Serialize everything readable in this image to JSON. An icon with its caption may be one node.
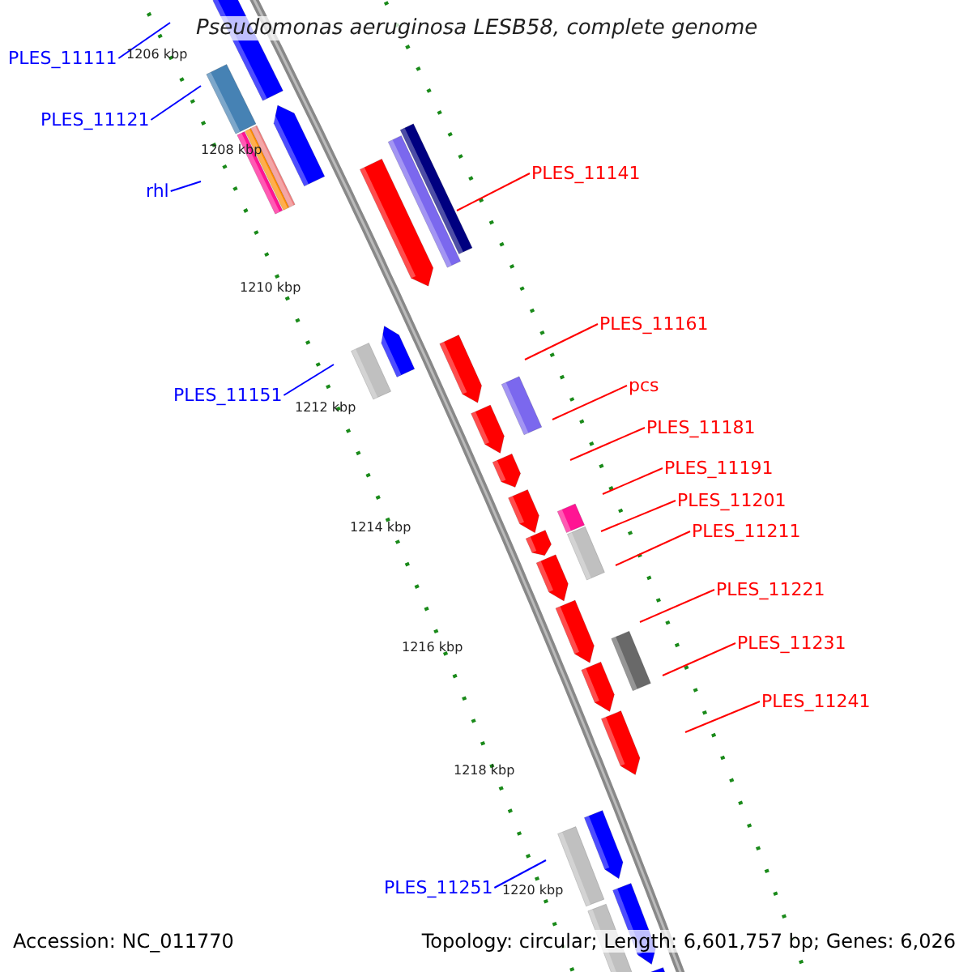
{
  "diagram": {
    "title": "Pseudomonas aeruginosa LESB58, complete genome",
    "nodes": [
      {
        "text": [
          "PLES_11111"
        ]
      },
      {
        "text": [
          "PLES_11121"
        ]
      },
      {
        "text": [
          "rhl"
        ]
      },
      {
        "text": [
          "PLES_11141"
        ]
      },
      {
        "text": [
          "PLES_11151"
        ]
      },
      {
        "text": [
          "PLES_11161"
        ]
      },
      {
        "text": [
          "pcs"
        ]
      },
      {
        "text": [
          "PLES_11181"
        ]
      },
      {
        "text": [
          "PLES_11191"
        ]
      },
      {
        "text": [
          "PLES_11201"
        ]
      },
      {
        "text": [
          "PLES_11211"
        ]
      },
      {
        "text": [
          "PLES_11221"
        ]
      },
      {
        "text": [
          "PLES_11231"
        ]
      },
      {
        "text": [
          "PLES_11241"
        ]
      },
      {
        "text": [
          "PLES_11251"
        ]
      }
    ],
    "edges": [
      {
        "from": 0,
        "to": null,
        "arrow": "none",
        "color": "#0000ff"
      },
      {
        "from": 1,
        "to": null,
        "arrow": "none",
        "color": "#0000ff"
      },
      {
        "from": 2,
        "to": null,
        "arrow": "none",
        "color": "#0000ff"
      },
      {
        "from": 3,
        "to": null,
        "arrow": "none"
      },
      {
        "from": 4,
        "to": null,
        "arrow": "none",
        "color": "#0000ff"
      },
      {
        "from": 5,
        "to": null,
        "arrow": "none"
      },
      {
        "from": 6,
        "to": null,
        "arrow": "none"
      },
      {
        "from": 7,
        "to": null,
        "arrow": "none"
      },
      {
        "from": 8,
        "to": null,
        "arrow": "none"
      },
      {
        "from": 9,
        "to": null,
        "arrow": "none"
      },
      {
        "from": 10,
        "to": null,
        "arrow": "none"
      },
      {
        "from": 11,
        "to": null,
        "arrow": "none"
      },
      {
        "from": 12,
        "to": null,
        "arrow": "none"
      },
      {
        "from": 13,
        "to": null,
        "arrow": "none"
      },
      {
        "from": 14,
        "to": null,
        "arrow": "none",
        "color": "#0000ff"
      }
    ],
    "labels": [
      "1206 kbp",
      "1208 kbp",
      "1210 kbp",
      "1212 kbp",
      "1214 kbp",
      "1216 kbp",
      "1218 kbp",
      "1220 kbp",
      "Accession: NC_011770",
      "Topology: circular; Length: 6,601,757 bp; Genes: 6,026"
    ]
  }
}
